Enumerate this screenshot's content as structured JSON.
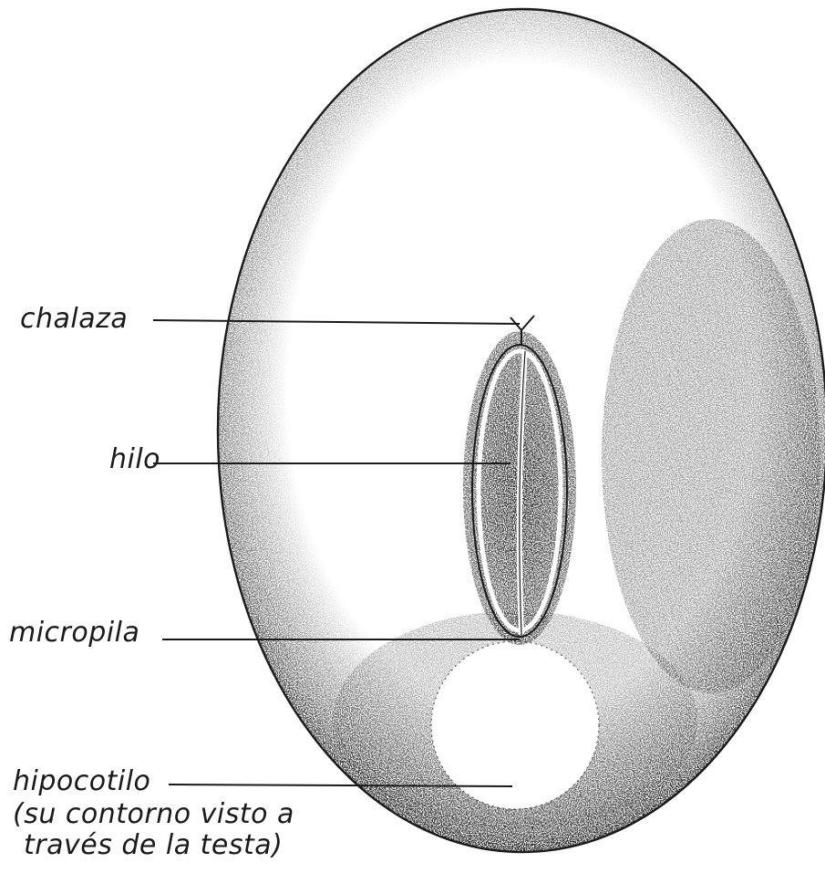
{
  "diagram": {
    "labels": {
      "chalaza": "chalaza",
      "hilo": "hilo",
      "micropila": "micropila",
      "hipocotilo": "hipocotilo",
      "hipocotilo_note_line1": "(su contorno visto a",
      "hipocotilo_note_line2": "través de la testa)"
    },
    "colors": {
      "ink": "#1a1a1a",
      "background": "#ffffff"
    }
  }
}
